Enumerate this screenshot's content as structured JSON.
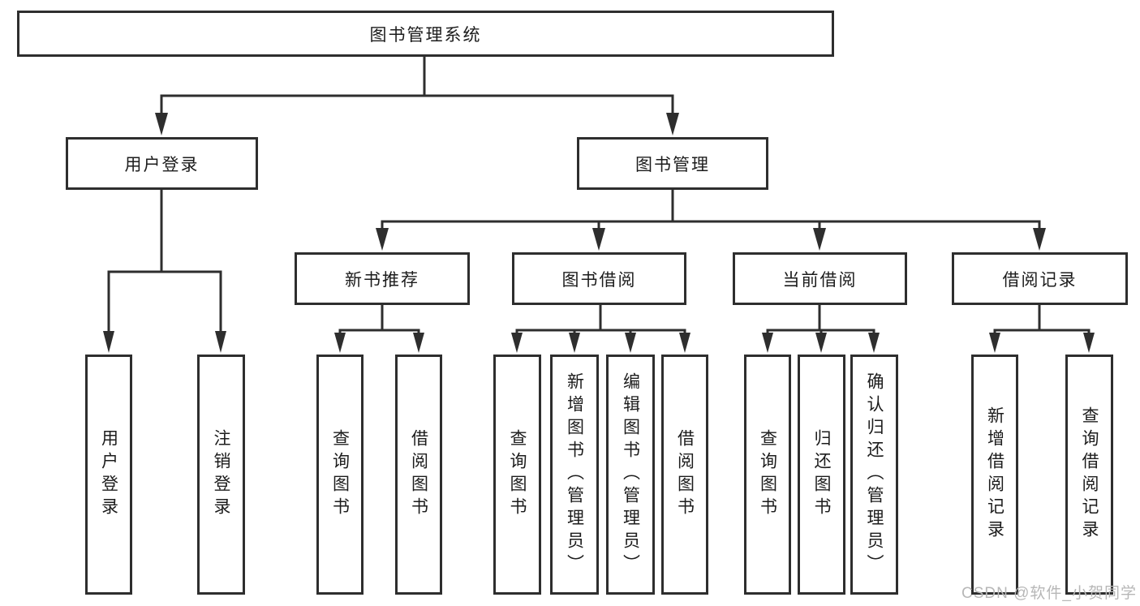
{
  "tree": {
    "label": "图书管理系统",
    "children": [
      {
        "label": "用户登录",
        "children": [
          {
            "label": "用户登录"
          },
          {
            "label": "注销登录"
          }
        ]
      },
      {
        "label": "图书管理",
        "children": [
          {
            "label": "新书推荐",
            "children": [
              {
                "label": "查询图书"
              },
              {
                "label": "借阅图书"
              }
            ]
          },
          {
            "label": "图书借阅",
            "children": [
              {
                "label": "查询图书"
              },
              {
                "label": "新增图书（管理员）"
              },
              {
                "label": "编辑图书（管理员）"
              },
              {
                "label": "借阅图书"
              }
            ]
          },
          {
            "label": "当前借阅",
            "children": [
              {
                "label": "查询图书"
              },
              {
                "label": "归还图书"
              },
              {
                "label": "确认归还（管理员）"
              }
            ]
          },
          {
            "label": "借阅记录",
            "children": [
              {
                "label": "新增借阅记录"
              },
              {
                "label": "查询借阅记录"
              }
            ]
          }
        ]
      }
    ]
  },
  "watermark": {
    "text": "CSDN @软件_小贺同学"
  },
  "colors": {
    "line": "#2e2e2e",
    "box_border": "#2e2e2e",
    "text": "#1c1c1c",
    "background": "#ffffff",
    "watermark": "#b7b7b7"
  }
}
